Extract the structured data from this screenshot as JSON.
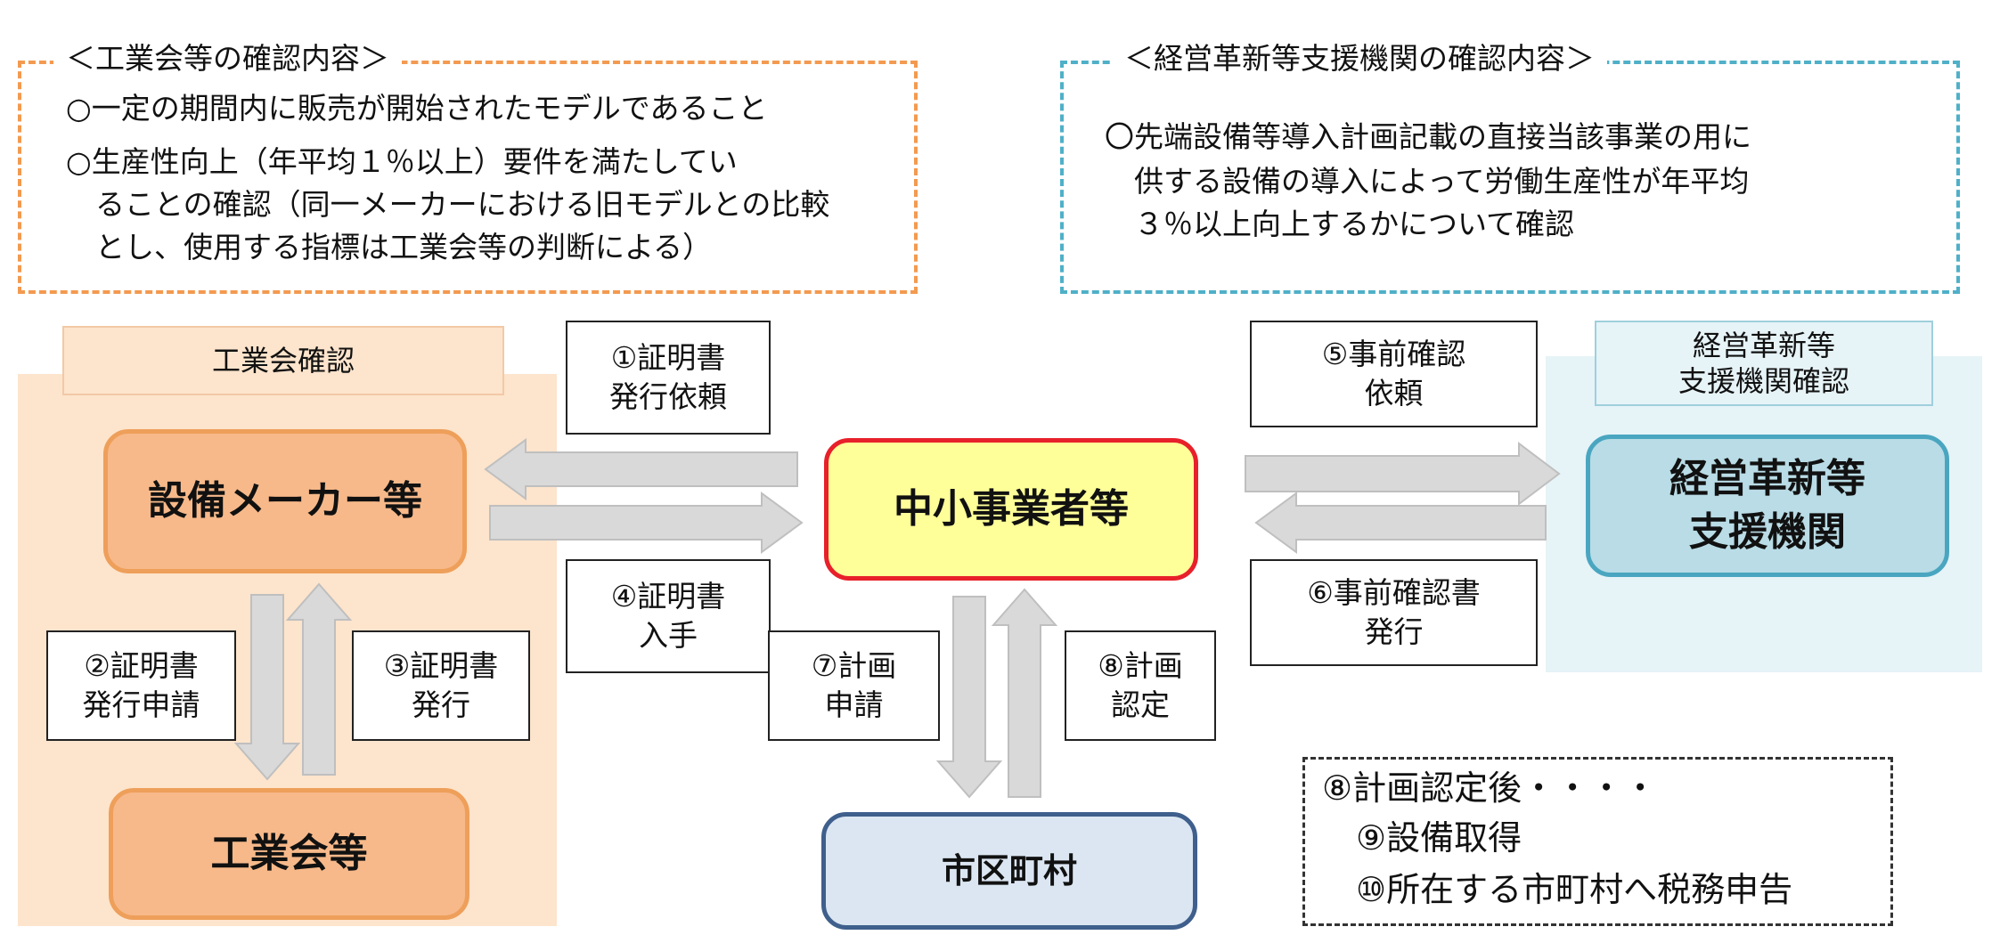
{
  "industry_box": {
    "title": "＜工業会等の確認内容＞",
    "lines": [
      "○一定の期間内に販売が開始されたモデルであること",
      "○生産性向上（年平均１％以上）要件を満たしてい",
      "　ることの確認（同一メーカーにおける旧モデルとの比較",
      "　とし、使用する指標は工業会等の判断による）"
    ]
  },
  "support_box": {
    "title": "＜経営革新等支援機関の確認内容＞",
    "lines": [
      "〇先端設備等導入計画記載の直接当該事業の用に",
      "　供する設備の導入によって労働生産性が年平均",
      "　３％以上向上するかについて確認"
    ]
  },
  "left_panel": {
    "label": "工業会確認"
  },
  "right_panel": {
    "label": "経営革新等\n支援機関確認"
  },
  "nodes": {
    "maker": "設備メーカー等",
    "association": "工業会等",
    "sme": "中小事業者等",
    "support": "経営革新等\n支援機関",
    "municipality": "市区町村"
  },
  "steps": {
    "s1": "①証明書\n発行依頼",
    "s2": "②証明書\n発行申請",
    "s3": "③証明書\n発行",
    "s4": "④証明書\n入手",
    "s5": "⑤事前確認\n依頼",
    "s6": "⑥事前確認書\n発行",
    "s7": "⑦計画\n申請",
    "s8": "⑧計画\n認定"
  },
  "note": {
    "lines": [
      "⑧計画認定後・・・・",
      "　⑨設備取得",
      "　⑩所在する市町村へ税務申告"
    ]
  },
  "colors": {
    "orange_accent": "#f39a50",
    "blue_accent": "#4fb0c8",
    "sme_border": "#e8202a",
    "sme_fill": "#ffff99",
    "arrow_fill": "#d9d9d9"
  }
}
